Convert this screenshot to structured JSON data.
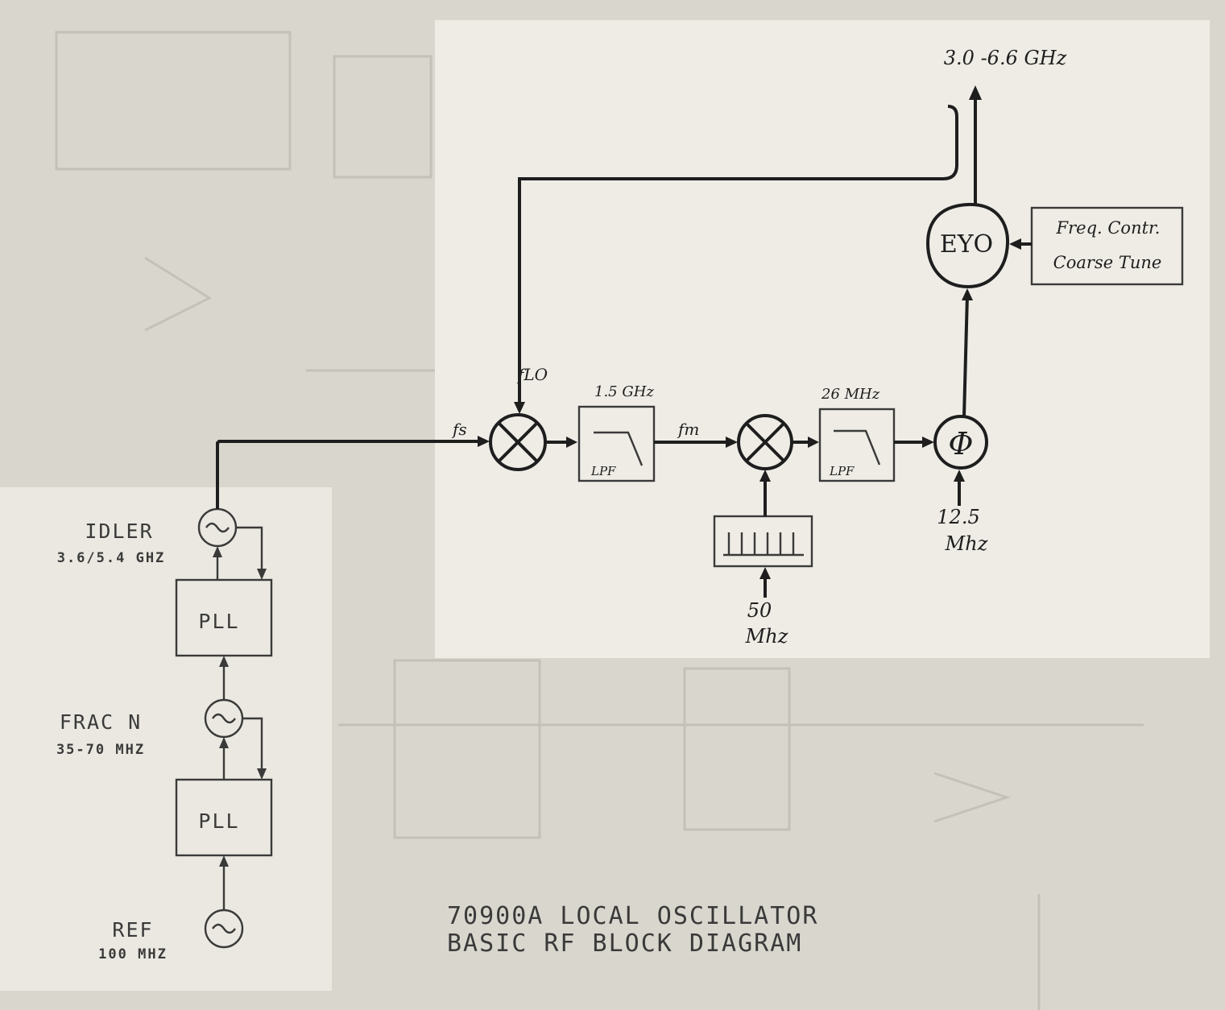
{
  "title": {
    "line1": "70900A LOCAL OSCILLATOR",
    "line2": "BASIC RF BLOCK DIAGRAM"
  },
  "chain": {
    "idler_label": "IDLER",
    "idler_freq": "3.6/5.4 GHZ",
    "pll_upper": "PLL",
    "frac_label": "FRAC N",
    "frac_freq": "35-70 MHZ",
    "pll_lower": "PLL",
    "ref_label": "REF",
    "ref_freq": "100 MHZ"
  },
  "signals": {
    "f_lo": "fLO",
    "f_s": "fs",
    "f_m": "fm",
    "output": "3.0 -6.6 GHz"
  },
  "blocks": {
    "lpf1_freq": "1.5 GHz",
    "lpf1_label": "LPF",
    "lpf2_freq": "26 MHz",
    "lpf2_label": "LPF",
    "phase_symbol": "Φ",
    "phase_ref_line1": "12.5",
    "phase_ref_line2": "Mhz",
    "comb_ref_line1": "50",
    "comb_ref_line2": "Mhz",
    "eyo": "EYO",
    "freq_contr_line1": "Freq. Contr.",
    "freq_contr_line2": "Coarse Tune"
  },
  "colors": {
    "paper": "#eceae2",
    "ink": "#1e1e1e",
    "typed_ink": "#3a3a3a"
  }
}
